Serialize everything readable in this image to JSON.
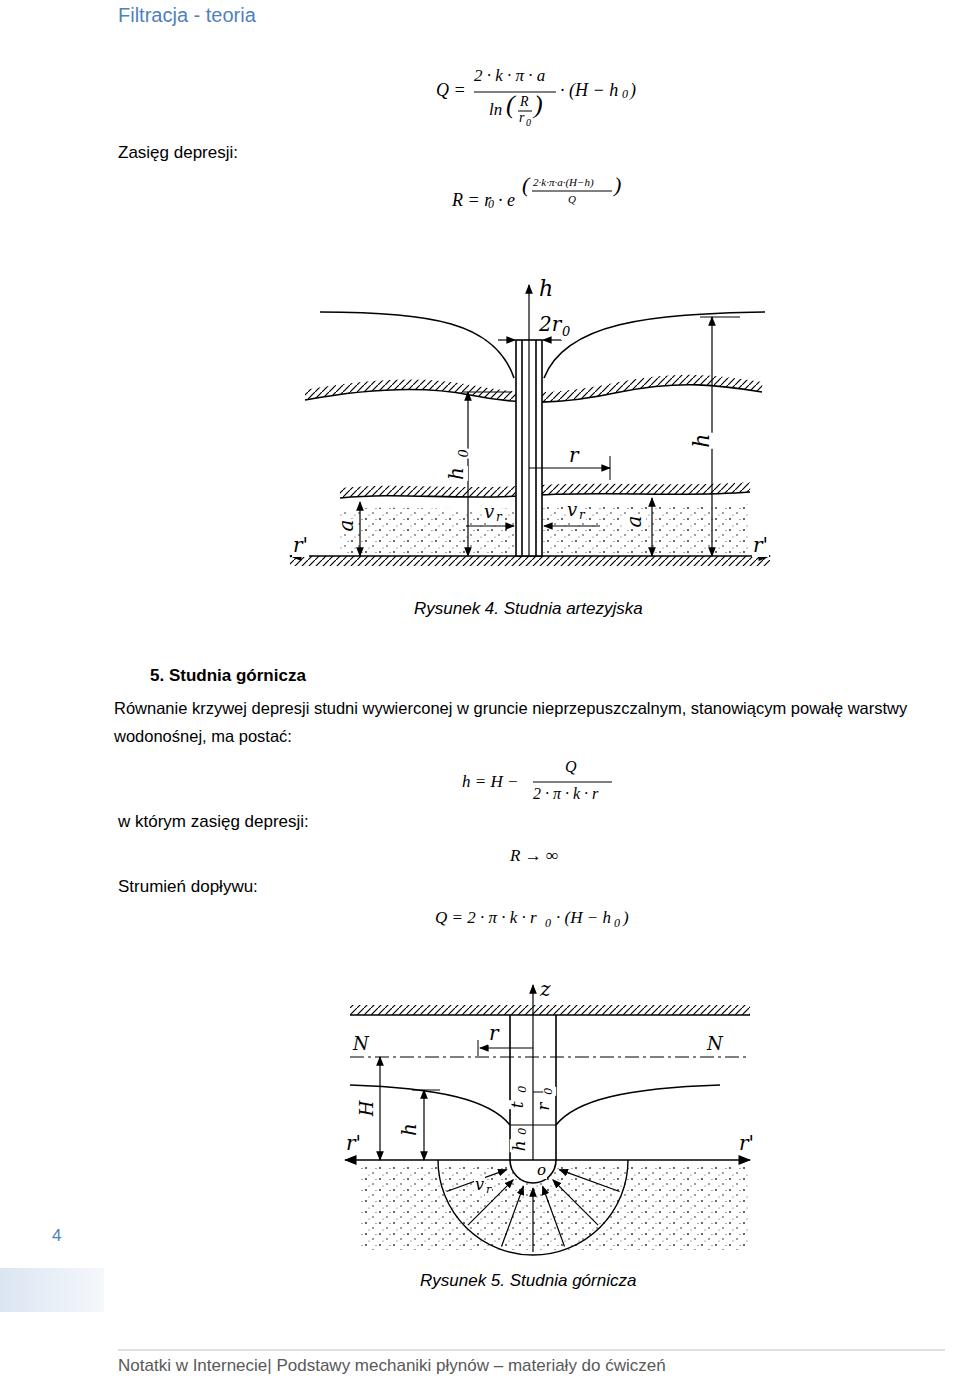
{
  "diagram": {
    "title": "Filtracja - teoria",
    "caption": "Rysunek 5. Studnia górnicza",
    "labels": [
      "Q =",
      "2 · k · π · a",
      "ln",
      "(",
      "R",
      "r",
      "0",
      ")",
      "· (H − h",
      "0",
      ")",
      "Zasięg depresji:",
      "R = r",
      "0",
      "· e",
      "(",
      "2·k·π·a·(H−h)",
      "Q",
      ")",
      "h",
      "2r",
      "0",
      "h",
      "0",
      "r",
      "h",
      "a",
      "v",
      "r",
      "v",
      "r",
      "a",
      "r'",
      "r'",
      "Rysunek 4. Studnia artezyjska",
      "5. Studnia górnicza",
      "Równanie krzywej depresji studni wywierconej w gruncie nieprzepuszczalnym, stanowiącym powałę warstwy wodonośnej, ma postać:",
      "h = H −",
      "Q",
      "2 · π · k · r",
      "w którym zasięg depresji:",
      "R → ∞",
      "Strumień dopływu:",
      "Q = 2 · π · k · r",
      "0",
      "· (H − h",
      "0",
      ")",
      "z",
      "r",
      "N",
      "N",
      "t",
      "0",
      "r",
      "0",
      "H",
      "h",
      "h",
      "0",
      "o",
      "r'",
      "r'",
      "v",
      "r",
      "4",
      "Notatki w Internecie| Podstawy mechaniki płynów – materiały do ćwiczeń"
    ]
  }
}
